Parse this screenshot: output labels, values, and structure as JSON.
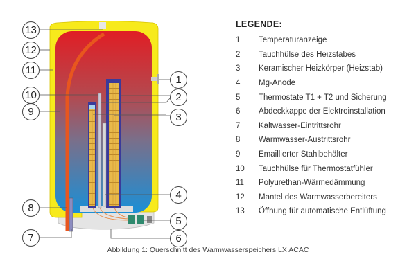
{
  "legend": {
    "title": "LEGENDE:",
    "items": [
      {
        "num": "1",
        "label": "Temperaturanzeige"
      },
      {
        "num": "2",
        "label": "Tauchhülse des Heizstabes"
      },
      {
        "num": "3",
        "label": "Keramischer Heizkörper (Heizstab)"
      },
      {
        "num": "4",
        "label": "Mg-Anode"
      },
      {
        "num": "5",
        "label": "Thermostate T1 + T2 und Sicherung"
      },
      {
        "num": "6",
        "label": "Abdeckkappe der Elektroinstallation"
      },
      {
        "num": "7",
        "label": "Kaltwasser-Eintrittsrohr"
      },
      {
        "num": "8",
        "label": "Warmwasser-Austrittsrohr"
      },
      {
        "num": "9",
        "label": "Emaillierter Stahlbehälter"
      },
      {
        "num": "10",
        "label": "Tauchhülse für Thermostatfühler"
      },
      {
        "num": "11",
        "label": "Polyurethan-Wärmedämmung"
      },
      {
        "num": "12",
        "label": "Mantel des Warmwasserbereiters"
      },
      {
        "num": "13",
        "label": "Öffnung für automatische Entlüftung"
      }
    ]
  },
  "caption": "Abbildung 1: Querschnitt des Warmwasserspeichers LX ACAC",
  "colors": {
    "insulation": "#f7ea1c",
    "hot": "#e01e25",
    "cold": "#1b8fd6",
    "pipe": "#e8561e",
    "element": "#e8b94a",
    "sheath": "#3a3a9a"
  }
}
